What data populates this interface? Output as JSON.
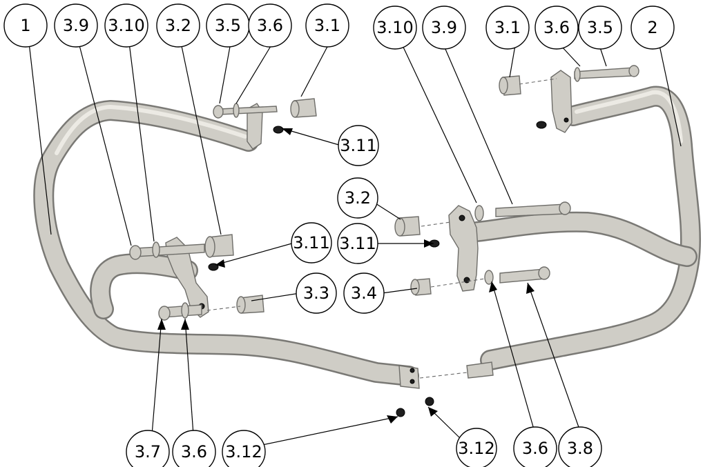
{
  "diagram": {
    "colors": {
      "metal_fill": "#cfcdc6",
      "metal_edge": "#6e6d69",
      "fastener_black": "#1e1e1e",
      "outline": "#000000"
    },
    "callouts": [
      {
        "label": "1",
        "part": "left-crash-bar"
      },
      {
        "label": "3.9",
        "part": "long-bolt"
      },
      {
        "label": "3.10",
        "part": "thick-washer"
      },
      {
        "label": "3.2",
        "part": "spacer"
      },
      {
        "label": "3.5",
        "part": "bolt"
      },
      {
        "label": "3.6",
        "part": "washer"
      },
      {
        "label": "3.1",
        "part": "spacer"
      },
      {
        "label": "3.10",
        "part": "thick-washer"
      },
      {
        "label": "3.9",
        "part": "long-bolt"
      },
      {
        "label": "3.1",
        "part": "spacer"
      },
      {
        "label": "3.6",
        "part": "washer"
      },
      {
        "label": "3.5",
        "part": "bolt"
      },
      {
        "label": "2",
        "part": "right-crash-bar"
      },
      {
        "label": "3.11",
        "part": "screw"
      },
      {
        "label": "3.2",
        "part": "spacer"
      },
      {
        "label": "3.11",
        "part": "screw"
      },
      {
        "label": "3.11",
        "part": "screw"
      },
      {
        "label": "3.3",
        "part": "spacer"
      },
      {
        "label": "3.4",
        "part": "spacer"
      },
      {
        "label": "3.7",
        "part": "bolt"
      },
      {
        "label": "3.6",
        "part": "washer"
      },
      {
        "label": "3.12",
        "part": "grub-screw"
      },
      {
        "label": "3.12",
        "part": "grub-screw"
      },
      {
        "label": "3.6",
        "part": "washer"
      },
      {
        "label": "3.8",
        "part": "bolt"
      }
    ]
  }
}
